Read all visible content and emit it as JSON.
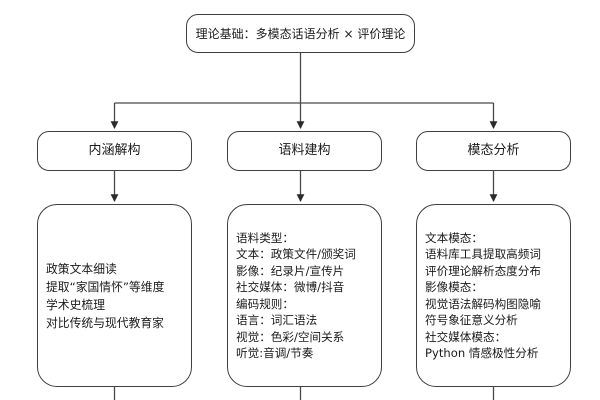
{
  "diagram": {
    "type": "flowchart",
    "orientation": "top-down",
    "colors": {
      "stroke": "#3f3f3f",
      "text": "#1b1b1b",
      "background": "#ffffff",
      "connector": "#4a4a4a"
    },
    "root": {
      "label": "理论基础：多模态话语分析 × 评价理论"
    },
    "stages": [
      {
        "label": "内涵解构"
      },
      {
        "label": "语料建构"
      },
      {
        "label": "模态分析"
      }
    ],
    "details": [
      {
        "lines": [
          "政策文本细读",
          "提取“家国情怀”等维度",
          "学术史梳理",
          "对比传统与现代教育家"
        ]
      },
      {
        "lines": [
          "语料类型：",
          "文本：政策文件/颁奖词",
          "影像：纪录片/宣传片",
          "社交媒体：微博/抖音",
          "编码规则：",
          "语言：词汇语法",
          "视觉：色彩/空间关系",
          "听觉:音调/节奏"
        ]
      },
      {
        "lines": [
          "文本模态：",
          "语料库工具提取高频词",
          "评价理论解析态度分布",
          "影像模态：",
          "视觉语法解码构图隐喻",
          "符号象征意义分析",
          "社交媒体模态：",
          "Python 情感极性分析"
        ]
      }
    ]
  }
}
